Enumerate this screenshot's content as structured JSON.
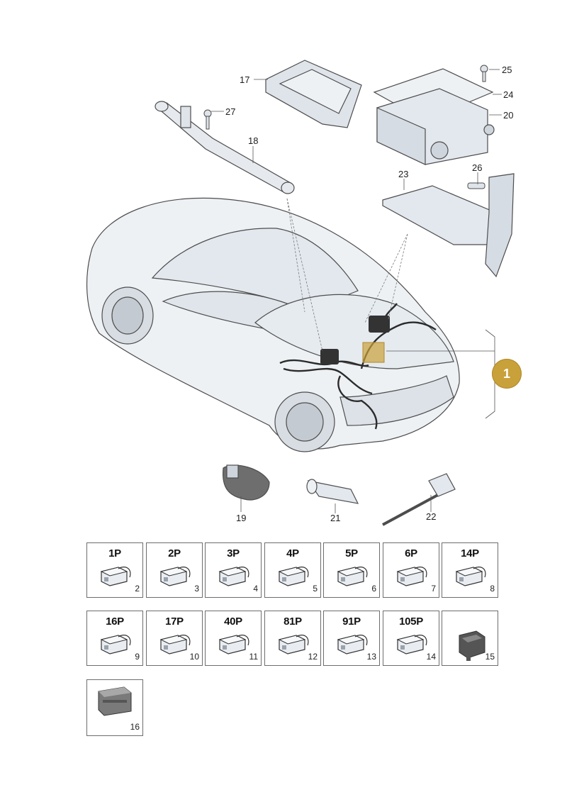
{
  "callouts": {
    "c17": "17",
    "c25": "25",
    "c24": "24",
    "c20": "20",
    "c27": "27",
    "c18": "18",
    "c23": "23",
    "c26": "26",
    "c19": "19",
    "c21": "21",
    "c22": "22"
  },
  "main_badge": "1",
  "connectors": [
    {
      "pins": "1P",
      "item": "2"
    },
    {
      "pins": "2P",
      "item": "3"
    },
    {
      "pins": "3P",
      "item": "4"
    },
    {
      "pins": "4P",
      "item": "5"
    },
    {
      "pins": "5P",
      "item": "6"
    },
    {
      "pins": "6P",
      "item": "7"
    },
    {
      "pins": "14P",
      "item": "8"
    },
    {
      "pins": "16P",
      "item": "9"
    },
    {
      "pins": "17P",
      "item": "10"
    },
    {
      "pins": "40P",
      "item": "11"
    },
    {
      "pins": "81P",
      "item": "12"
    },
    {
      "pins": "91P",
      "item": "13"
    },
    {
      "pins": "105P",
      "item": "14"
    }
  ],
  "extra_parts": [
    {
      "item": "15"
    },
    {
      "item": "16"
    }
  ],
  "colors": {
    "accent": "#c9a13a",
    "line": "#555555",
    "part_fill": "#e9edf1"
  }
}
